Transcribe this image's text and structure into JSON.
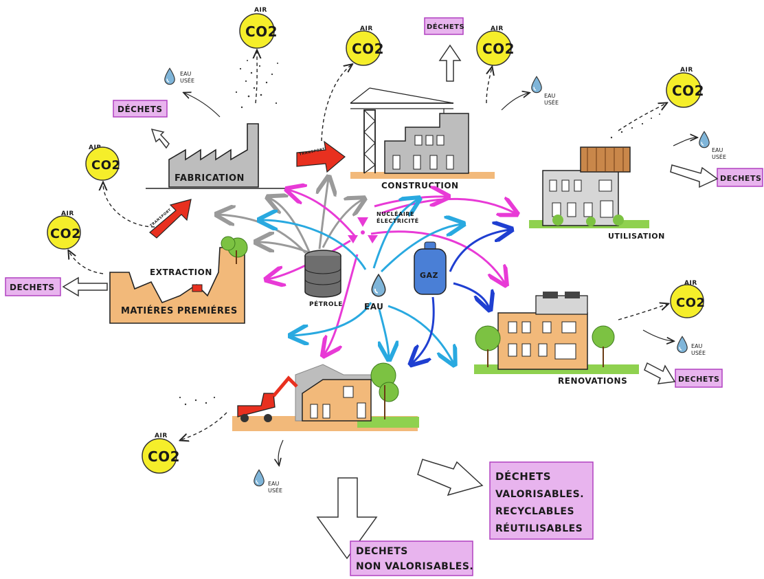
{
  "labels": {
    "air": "AIR",
    "co2": "CO2",
    "eau_usee_1": "EAU",
    "eau_usee_2": "USÉE",
    "dechets": "DÉCHETS",
    "dechets_alt": "DECHETS",
    "fabrication": "FABRICATION",
    "construction": "CONSTRUCTION",
    "utilisation": "UTILISATION",
    "renovations": "RENOVATIONS",
    "extraction": "EXTRACTION",
    "matieres_premieres": "MATIÉRES PREMIÉRES",
    "petrole": "PÉTROLE",
    "eau": "EAU",
    "gaz": "GAZ",
    "nucleaire_1": "NUCLÉAIRE",
    "nucleaire_2": "ÉLECTRICITÉ",
    "transport": "TRANSPORT",
    "dechets_valorisables": [
      "DÉCHETS",
      "VALORISABLES.",
      "RECYCLABLES",
      "RÉUTILISABLES"
    ],
    "dechets_non_valorisables": [
      "DECHETS",
      "NON VALORISABLES."
    ]
  },
  "colors": {
    "co2_yellow": "#f5ee2a",
    "dechets_pink": "#e8b4ee",
    "dechets_border": "#b040c0",
    "ground_orange": "#f2b97a",
    "building_gray": "#bdbdbd",
    "arrow_magenta": "#e83ad6",
    "arrow_cyan": "#29a9e0",
    "arrow_blue": "#1f3fd1",
    "arrow_gray": "#9a9a9a",
    "transport_red": "#e8301f",
    "grass_green": "#8fd14f",
    "tree_green": "#7cc242",
    "water_blue": "#7fb5d9"
  }
}
